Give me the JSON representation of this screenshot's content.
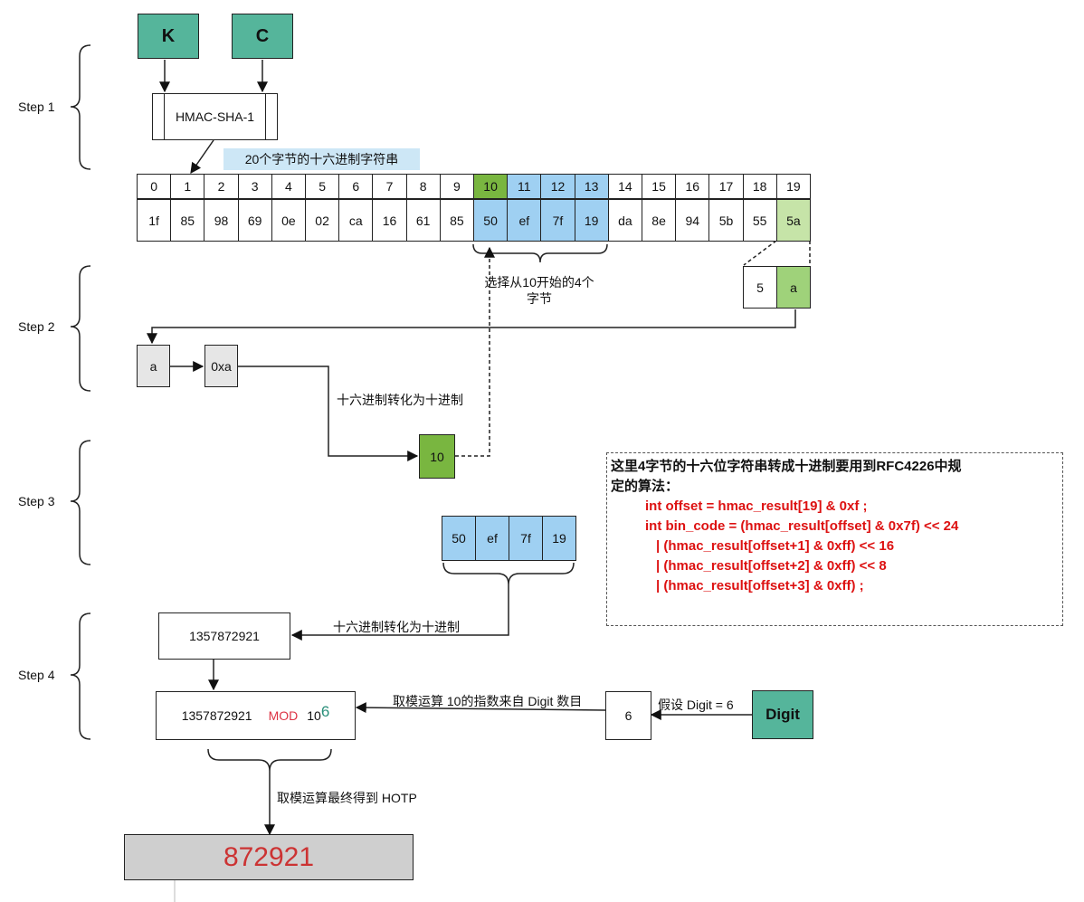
{
  "steps": [
    "Step 1",
    "Step 2",
    "Step 3",
    "Step 4"
  ],
  "inputs": {
    "k": "K",
    "c": "C",
    "digit": "Digit"
  },
  "hmac_label": "HMAC-SHA-1",
  "bytes_caption": "20个字节的十六进制字符串",
  "byte_indices": [
    "0",
    "1",
    "2",
    "3",
    "4",
    "5",
    "6",
    "7",
    "8",
    "9",
    "10",
    "11",
    "12",
    "13",
    "14",
    "15",
    "16",
    "17",
    "18",
    "19"
  ],
  "byte_values": [
    "1f",
    "85",
    "98",
    "69",
    "0e",
    "02",
    "ca",
    "16",
    "61",
    "85",
    "50",
    "ef",
    "7f",
    "19",
    "da",
    "8e",
    "94",
    "5b",
    "55",
    "5a"
  ],
  "select_caption_line1": "选择从10开始的4个",
  "select_caption_line2": "字节",
  "split_hi": "5",
  "split_lo": "a",
  "nibble": "a",
  "nibble_hex": "0xa",
  "hex_to_dec_1": "十六进制转化为十进制",
  "offset_dec": "10",
  "selected_bytes": [
    "50",
    "ef",
    "7f",
    "19"
  ],
  "hex_to_dec_2": "十六进制转化为十进制",
  "bin_code": "1357872921",
  "mod_expr": {
    "value": "1357872921",
    "op": "MOD",
    "base": "10",
    "exp": "6"
  },
  "mod_caption": "取模运算 10的指数来自 Digit 数目",
  "digit_value": "6",
  "digit_assume": "假设 Digit = 6",
  "result_caption": "取模运算最终得到 HOTP",
  "result": "872921",
  "note": {
    "line1": "这里4字节的十六位字符串转成十进制要用到RFC4226中规",
    "line2": "定的算法：",
    "code1": "int offset =  hmac_result[19] & 0xf ;",
    "code2": "int bin_code = (hmac_result[offset]  & 0x7f) << 24",
    "code3": "| (hmac_result[offset+1] & 0xff) << 16",
    "code4": "| (hmac_result[offset+2] & 0xff) <<  8",
    "code5": "| (hmac_result[offset+3] & 0xff) ;"
  },
  "colors": {
    "teal": "#55b59b",
    "green": "#79b640",
    "light_green": "#c6e4a8",
    "blue": "#9fd0f2",
    "grey": "#e6e6e6",
    "red": "#dd1111",
    "result_red": "#cc3333",
    "result_bg": "#cfcfcf"
  }
}
